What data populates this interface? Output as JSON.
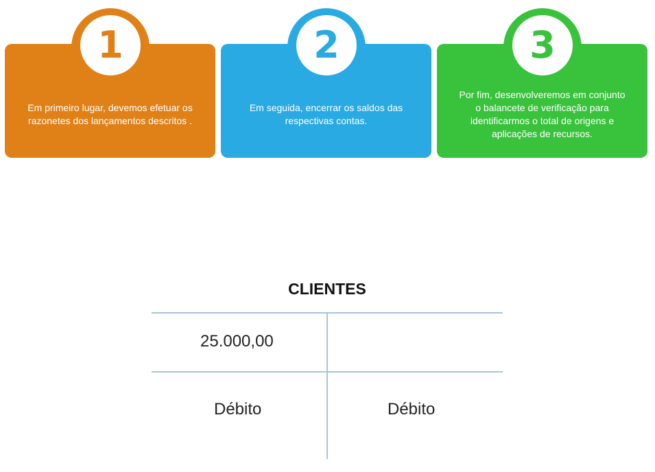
{
  "steps": [
    {
      "number": "1",
      "text": "Em primeiro lugar, devemos efetuar os\nrazonetes dos lançamentos descritos .",
      "color": "#e08118"
    },
    {
      "number": "2",
      "text": "Em seguida, encerrar os saldos das\nrespectivas contas.",
      "color": "#29aae2"
    },
    {
      "number": "3",
      "text": "Por fim, desenvolveremos em conjunto\no balancete de verificação para\nidentificarmos o total de origens e\naplicações de recursos.",
      "color": "#39c23c"
    }
  ],
  "t_account": {
    "title": "CLIENTES",
    "debit_entry": "25.000,00",
    "credit_entry": "",
    "left_label": "Débito",
    "right_label": "Débito",
    "line_color": "#a9c3dc"
  }
}
